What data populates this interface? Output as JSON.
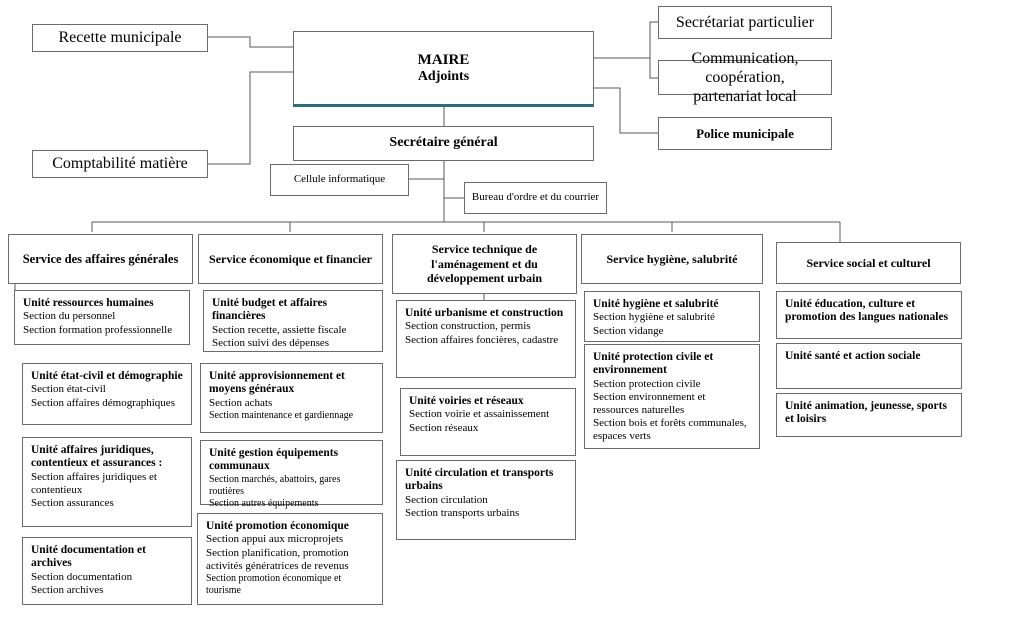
{
  "title_box": {
    "line1": "MAIRE",
    "line2": "Adjoints",
    "accent_color": "#2e6c80"
  },
  "left_boxes": [
    {
      "label": "Recette municipale"
    },
    {
      "label": "Comptabilité matière"
    }
  ],
  "right_boxes": [
    {
      "label": "Secrétariat particulier",
      "bold": false
    },
    {
      "label": "Communication, coopération,\npartenariat local",
      "bold": false
    },
    {
      "label": "Police municipale",
      "bold": true
    }
  ],
  "secretary": {
    "label": "Secrétaire général"
  },
  "secretary_support": [
    {
      "label": "Cellule informatique"
    },
    {
      "label": "Bureau d'ordre et du courrier"
    }
  ],
  "services": [
    {
      "header": "Service des affaires générales",
      "units": [
        {
          "title": "Unité ressources humaines",
          "sections": [
            "Section du personnel",
            "Section formation professionnelle"
          ]
        },
        {
          "title": "Unité état-civil et démographie",
          "sections": [
            "Section état-civil",
            "Section affaires démographiques"
          ]
        },
        {
          "title": "Unité affaires juridiques, contentieux et assurances :",
          "sections": [
            "Section affaires juridiques et contentieux",
            "Section assurances"
          ]
        },
        {
          "title": "Unité documentation et archives",
          "sections": [
            "Section documentation",
            "Section archives"
          ]
        }
      ]
    },
    {
      "header": "Service économique et financier",
      "units": [
        {
          "title": "Unité budget et affaires financières",
          "sections": [
            "Section recette, assiette fiscale",
            "Section suivi des dépenses"
          ]
        },
        {
          "title": "Unité approvisionnement et moyens généraux",
          "sections": [
            "Section achats",
            "Section maintenance et gardiennage"
          ]
        },
        {
          "title": "Unité gestion équipements communaux",
          "sections": [
            "Section marchés, abattoirs, gares routières",
            "Section autres équipements"
          ]
        },
        {
          "title": "Unité promotion économique",
          "sections": [
            "Section appui aux microprojets",
            "Section planification, promotion activités génératrices de revenus",
            "Section promotion économique et tourisme"
          ]
        }
      ]
    },
    {
      "header": "Service technique de l'aménagement et du développement urbain",
      "units": [
        {
          "title": "Unité urbanisme et construction",
          "sections": [
            "Section construction, permis",
            "Section affaires foncières, cadastre"
          ]
        },
        {
          "title": "Unité voiries et réseaux",
          "sections": [
            "Section voirie et assainissement",
            "Section réseaux"
          ]
        },
        {
          "title": "Unité circulation et transports urbains",
          "sections": [
            "Section circulation",
            "Section transports urbains"
          ]
        }
      ]
    },
    {
      "header": "Service hygiène, salubrité",
      "units": [
        {
          "title": "Unité hygiène et salubrité",
          "sections": [
            "Section hygiène et salubrité",
            "Section vidange"
          ]
        },
        {
          "title": "Unité protection civile et environnement",
          "sections": [
            "Section protection civile",
            "Section environnement et ressources naturelles",
            "Section bois et forêts communales, espaces verts"
          ]
        }
      ]
    },
    {
      "header": "Service social et culturel",
      "units": [
        {
          "title": "Unité éducation, culture et promotion des langues nationales",
          "sections": []
        },
        {
          "title": "Unité santé et action sociale",
          "sections": []
        },
        {
          "title": "Unité animation, jeunesse, sports et loisirs",
          "sections": []
        }
      ]
    }
  ]
}
